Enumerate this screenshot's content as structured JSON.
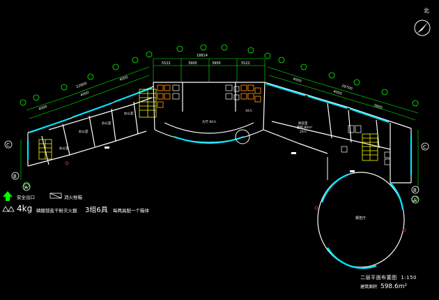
{
  "legend": {
    "exit_label": "安全出口",
    "hydrant_label": "消火栓箱",
    "extinguisher_text_big": "4kg",
    "extinguisher_text_small": "磷酸铵盐干粉灭火器",
    "extinguisher_qty": "3组6具",
    "extinguisher_note": "每两具配一个箱体"
  },
  "drawing": {
    "title": "二层平面布置图",
    "scale": "1:150",
    "area_label": "建筑面积",
    "area_value": "598.6m²"
  },
  "north_label": "北",
  "dimensions": {
    "top_overall": "18814",
    "top_segments": [
      "5522",
      "3900",
      "3900",
      "5522"
    ],
    "left_overall": "22800",
    "left_segments": [
      "4000",
      "4000",
      "4000"
    ],
    "right_overall": "26700",
    "right_segments": [
      "4000",
      "4000",
      "3900"
    ]
  },
  "axes": {
    "c": "C",
    "b": "B",
    "a": "A"
  },
  "rooms": {
    "room1": "办公室",
    "room2": "办公室",
    "room3": "办公室",
    "room4": "办公室",
    "hall": "大厅 60人",
    "study": "阅览室",
    "study_area": "面积 80m²",
    "study_people": "20人",
    "people16": "16人",
    "round": "报告厅"
  },
  "colors": {
    "white": "#ffffff",
    "green": "#00ff00",
    "cyan": "#00e5ff",
    "yellow": "#ffff00",
    "orange": "#ff8c00",
    "red": "#ff3030",
    "magenta": "#ff00ff"
  }
}
